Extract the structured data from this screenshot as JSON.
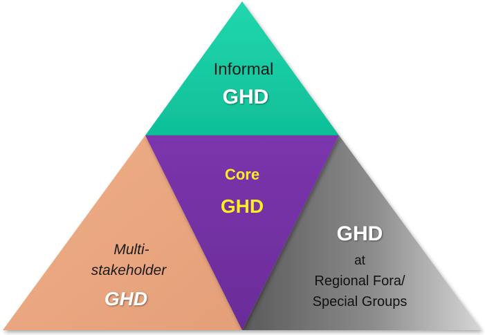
{
  "diagram": {
    "top": {
      "line1": "Informal",
      "line2": "GHD",
      "fill": "#12c9a0",
      "text_color_1": "#1a1a1a",
      "text_color_2": "#ffffff"
    },
    "center": {
      "line1": "Core",
      "line2": "GHD",
      "fill": "#6f2f9e",
      "text_color": "#ffee22"
    },
    "left": {
      "line1": "Multi-",
      "line2": "stakeholder",
      "line3": "GHD",
      "fill": "#e8a57e",
      "text_color_1": "#1a1a1a",
      "text_color_3": "#ffffff"
    },
    "right": {
      "line1": "GHD",
      "line2": "at",
      "line3": "Regional Fora/",
      "line4": "Special Groups",
      "fill": "#8a8a8a",
      "text_color_1": "#ffffff",
      "text_color_2": "#111111"
    }
  }
}
